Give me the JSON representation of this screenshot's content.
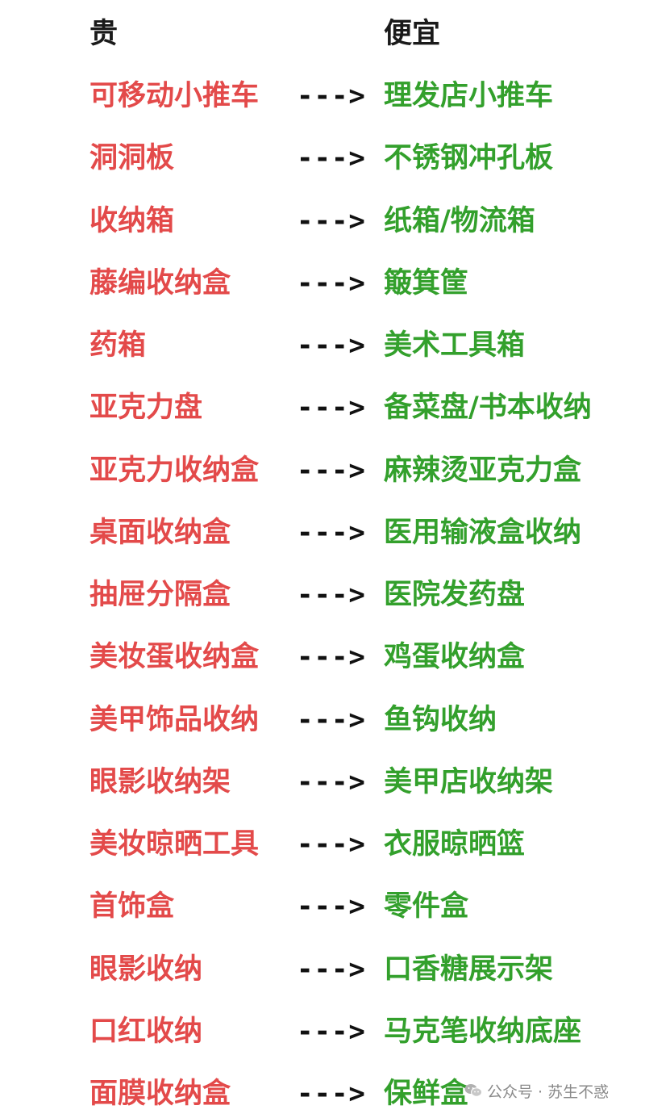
{
  "header": {
    "left_label": "贵",
    "right_label": "便宜"
  },
  "arrow": "--->",
  "rows": [
    {
      "expensive": "可移动小推车",
      "cheap": "理发店小推车"
    },
    {
      "expensive": "洞洞板",
      "cheap": "不锈钢冲孔板"
    },
    {
      "expensive": "收纳箱",
      "cheap": "纸箱/物流箱"
    },
    {
      "expensive": "藤编收纳盒",
      "cheap": "簸箕筐"
    },
    {
      "expensive": "药箱",
      "cheap": "美术工具箱"
    },
    {
      "expensive": "亚克力盘",
      "cheap": "备菜盘/书本收纳"
    },
    {
      "expensive": "亚克力收纳盒",
      "cheap": "麻辣烫亚克力盒"
    },
    {
      "expensive": "桌面收纳盒",
      "cheap": "医用输液盒收纳"
    },
    {
      "expensive": "抽屉分隔盒",
      "cheap": "医院发药盘"
    },
    {
      "expensive": "美妆蛋收纳盒",
      "cheap": "鸡蛋收纳盒"
    },
    {
      "expensive": "美甲饰品收纳",
      "cheap": "鱼钩收纳"
    },
    {
      "expensive": "眼影收纳架",
      "cheap": "美甲店收纳架"
    },
    {
      "expensive": "美妆晾晒工具",
      "cheap": "衣服晾晒篮"
    },
    {
      "expensive": "首饰盒",
      "cheap": "零件盒"
    },
    {
      "expensive": "眼影收纳",
      "cheap": "口香糖展示架"
    },
    {
      "expensive": "口红收纳",
      "cheap": "马克笔收纳底座"
    },
    {
      "expensive": "面膜收纳盒",
      "cheap": "保鲜盒"
    }
  ],
  "watermark": {
    "text": "公众号 · 苏生不惑",
    "icon": "wechat-icon"
  },
  "colors": {
    "expensive": "#e34a4a",
    "cheap": "#33a02c",
    "arrow": "#111111",
    "header": "#1a1a1a"
  }
}
